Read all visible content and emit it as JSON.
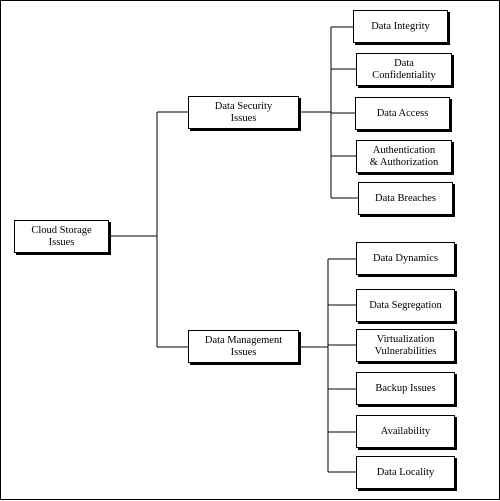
{
  "diagram": {
    "root": {
      "label": "Cloud Storage\nIssues"
    },
    "branches": [
      {
        "label": "Data Security\nIssues",
        "children": [
          {
            "label": "Data Integrity"
          },
          {
            "label": "Data\nConfidentiality"
          },
          {
            "label": "Data Access"
          },
          {
            "label": "Authentication\n& Authorization"
          },
          {
            "label": "Data Breaches"
          }
        ]
      },
      {
        "label": "Data Management\nIssues",
        "children": [
          {
            "label": "Data Dynamics"
          },
          {
            "label": "Data Segregation"
          },
          {
            "label": "Virtualization\nVulnerabilities"
          },
          {
            "label": "Backup Issues"
          },
          {
            "label": "Availability"
          },
          {
            "label": "Data Locality"
          }
        ]
      }
    ]
  },
  "colors": {
    "stroke": "#000000",
    "background": "#ffffff"
  }
}
